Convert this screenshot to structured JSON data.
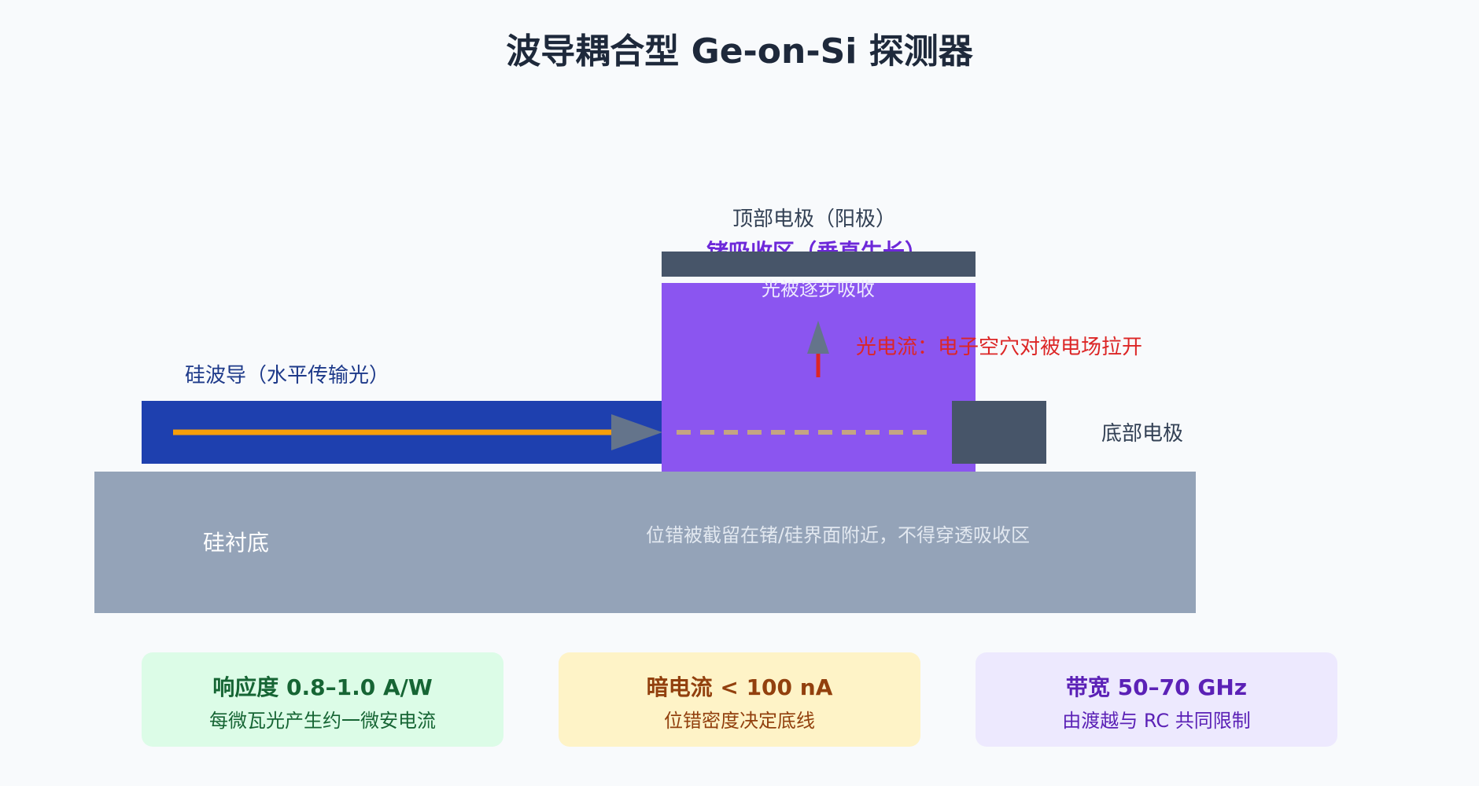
{
  "title": "波导耦合型 Ge-on-Si 探测器",
  "diagram": {
    "labels": {
      "waveguide": "硅波导（水平传输光）",
      "top_electrode": "顶部电极（阳极）",
      "ge_region": "锗吸收区（垂直生长）",
      "absorb_note": "光被逐步吸收",
      "photocurrent": "光电流：电子空穴对被电场拉开",
      "bottom_electrode": "底部电极",
      "substrate": "硅衬底",
      "dislocation_note": "位错被截留在锗/硅界面附近，不得穿透吸收区"
    },
    "colors": {
      "waveguide": "#1e40af",
      "germanium": "#8b55f0",
      "electrode": "#475569",
      "substrate": "#94a3b8",
      "light": "#f59e0b",
      "photocurrent": "#dc2626",
      "arrow_head": "#64748b"
    }
  },
  "cards": [
    {
      "title": "响应度 0.8–1.0 A/W",
      "subtitle": "每微瓦光产生约一微安电流",
      "bg": "#dcfce7",
      "color": "#166534"
    },
    {
      "title": "暗电流 < 100 nA",
      "subtitle": "位错密度决定底线",
      "bg": "#fef3c7",
      "color": "#92400e"
    },
    {
      "title": "带宽 50–70 GHz",
      "subtitle": "由渡越与 RC 共同限制",
      "bg": "#ede9fe",
      "color": "#5b21b6"
    }
  ]
}
